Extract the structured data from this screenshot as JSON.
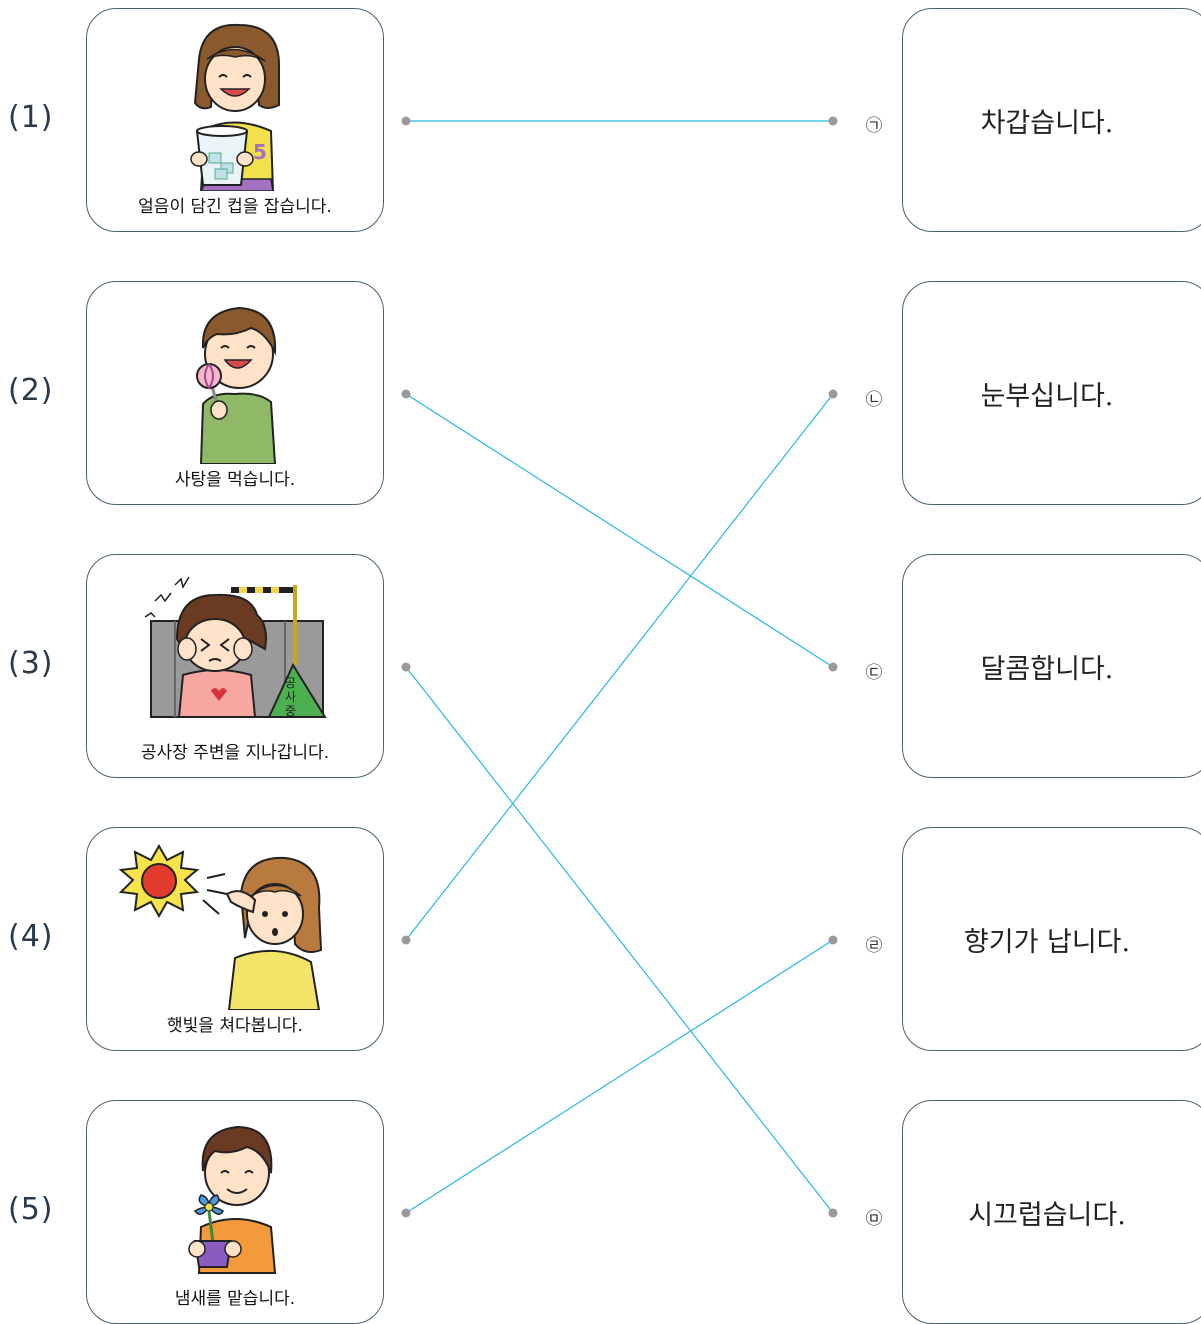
{
  "left_items": [
    {
      "number": "(1)",
      "caption": "얼음이 담긴 컵을 잡습니다."
    },
    {
      "number": "(2)",
      "caption": "사탕을 먹습니다."
    },
    {
      "number": "(3)",
      "caption": "공사장 주변을 지나갑니다."
    },
    {
      "number": "(4)",
      "caption": "햇빛을 쳐다봅니다."
    },
    {
      "number": "(5)",
      "caption": "냄새를 맡습니다."
    }
  ],
  "right_items": [
    {
      "marker": "㉠",
      "text": "차갑습니다."
    },
    {
      "marker": "㉡",
      "text": "눈부십니다."
    },
    {
      "marker": "㉢",
      "text": "달콤합니다."
    },
    {
      "marker": "㉣",
      "text": "향기가 납니다."
    },
    {
      "marker": "㉤",
      "text": "시끄럽습니다."
    }
  ],
  "matches": [
    [
      1,
      1
    ],
    [
      2,
      3
    ],
    [
      3,
      5
    ],
    [
      4,
      2
    ],
    [
      5,
      4
    ]
  ],
  "colors": {
    "line": "#29b6e6",
    "dot": "#9a9a9a",
    "border": "#4a6470"
  }
}
